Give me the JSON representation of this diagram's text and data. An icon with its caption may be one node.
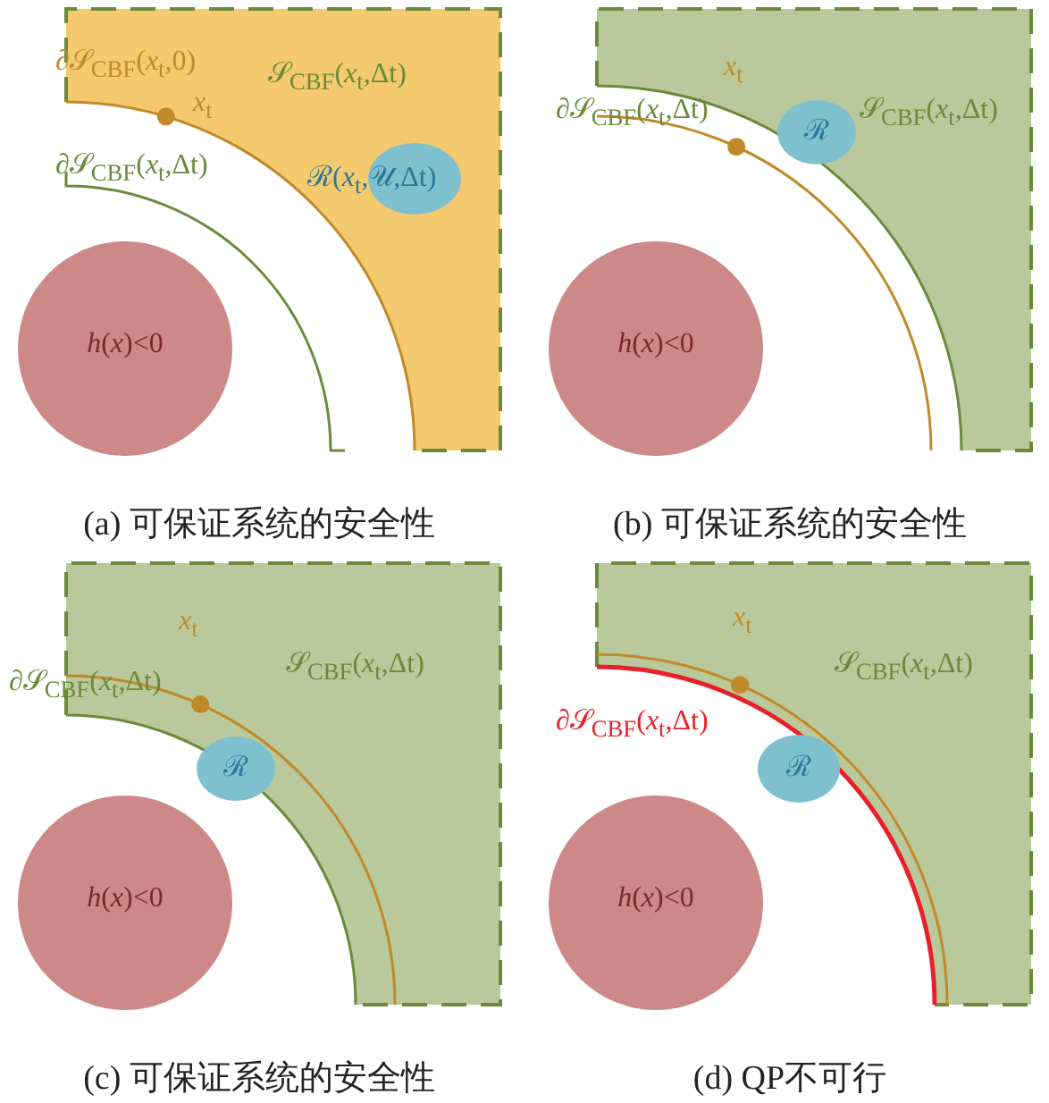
{
  "diagram": {
    "nodes": [
      {
        "text": [
          "𝒮$_{CBF}$(*x*$_{t}$,Δt)"
        ]
      },
      {
        "text": [
          "*h*(*x*)<0"
        ]
      },
      {
        "text": [
          "ℛ(*x*$_{t}$,𝒰,Δt)"
        ],
        "in": 0
      },
      {
        "text": [
          "𝒮$_{CBF}$(*x*$_{t}$,Δt)"
        ]
      },
      {
        "text": [
          "*h*(*x*)<0"
        ]
      },
      {
        "text": [
          "ℛ"
        ],
        "in": 3
      },
      {
        "text": [
          "𝒮$_{CBF}$(*x*$_{t}$,Δt)"
        ]
      },
      {
        "text": [
          "*h*(*x*)<0"
        ]
      },
      {
        "text": [
          "ℛ"
        ],
        "in": 6
      },
      {
        "text": [
          "𝒮$_{CBF}$(*x*$_{t}$,Δt)"
        ]
      },
      {
        "text": [
          "*h*(*x*)<0"
        ]
      },
      {
        "text": [
          "ℛ"
        ]
      }
    ],
    "labels": [
      "∂𝒮$_{CBF}$(*x*$_{t}$,0)",
      "*x*$_{t}$",
      "∂𝒮$_{CBF}$(*x*$_{t}$,Δt)",
      "(a) 可保证系统的安全性",
      "*x*$_{t}$",
      "∂𝒮$_{CBF}$(*x*$_{t}$,Δt)",
      "(b) 可保证系统的安全性",
      "*x*$_{t}$",
      "∂𝒮$_{CBF}$(*x*$_{t}$,Δt)",
      "(c) 可保证系统的安全性",
      "*x*$_{t}$",
      "∂𝒮$_{CBF}$(*x*$_{t}$,Δt)",
      "(d) QP不可行"
    ]
  }
}
